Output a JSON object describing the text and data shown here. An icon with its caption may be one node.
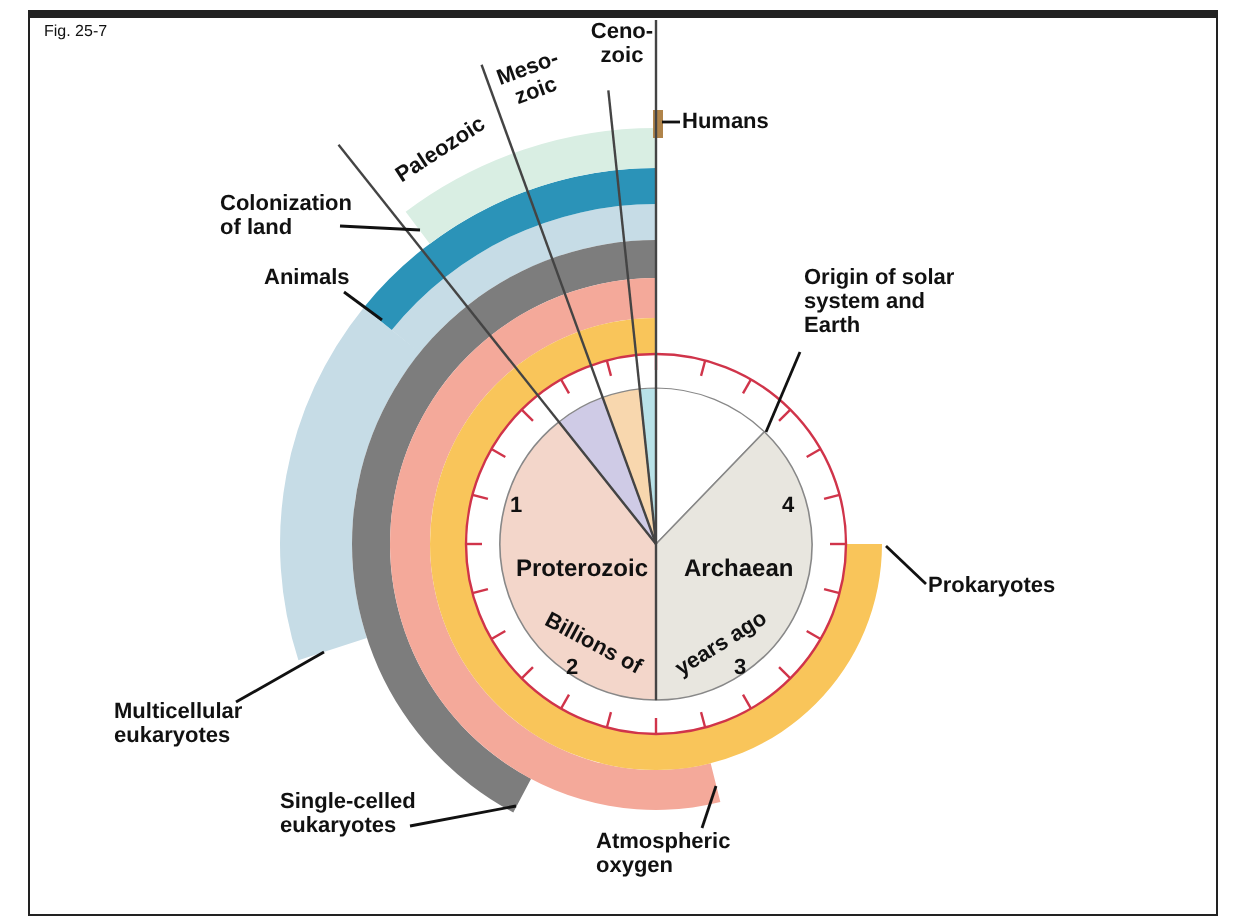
{
  "diagram": {
    "nodes": [
      {
        "text": [
          "Humans"
        ]
      },
      {
        "text": [],
        "shape": "bar"
      },
      {
        "text": [
          "Colonization of land"
        ]
      },
      {
        "text": [],
        "shape": "bar"
      },
      {
        "text": [
          "Animals"
        ]
      },
      {
        "text": [],
        "shape": "bar"
      },
      {
        "text": [
          "Origin of solar system and Earth"
        ]
      },
      {
        "text": [
          "Multicellular eukaryotes"
        ]
      },
      {
        "text": [],
        "shape": "bar"
      },
      {
        "text": [
          "Prokaryotes"
        ]
      },
      {
        "text": [],
        "shape": "bar"
      },
      {
        "text": [
          "Proterozoic"
        ]
      },
      {
        "text": [
          "Archaean"
        ]
      },
      {
        "text": [
          "Single-celled eukaryotes"
        ]
      },
      {
        "text": [],
        "shape": "bar"
      },
      {
        "text": [
          "Atmospheric oxygen"
        ]
      },
      {
        "text": [],
        "shape": "bar"
      }
    ],
    "edges": [
      {
        "from": 0,
        "to": 1,
        "arrow": "none"
      },
      {
        "from": 2,
        "to": 3,
        "arrow": "none"
      },
      {
        "from": 4,
        "to": 5,
        "arrow": "none"
      },
      {
        "from": 6,
        "to": 12,
        "arrow": "none"
      },
      {
        "from": 7,
        "to": 8,
        "arrow": "none"
      },
      {
        "from": 9,
        "to": 10,
        "arrow": "none"
      },
      {
        "from": 13,
        "to": 14,
        "arrow": "none"
      },
      {
        "from": 15,
        "to": 16,
        "arrow": "none"
      }
    ],
    "labels": [
      "Fig. 25-7",
      "Paleozoic",
      "Meso- zoic",
      "Ceno- zoic",
      "1",
      "4",
      "Billions of",
      "years ago",
      "2",
      "3"
    ]
  }
}
